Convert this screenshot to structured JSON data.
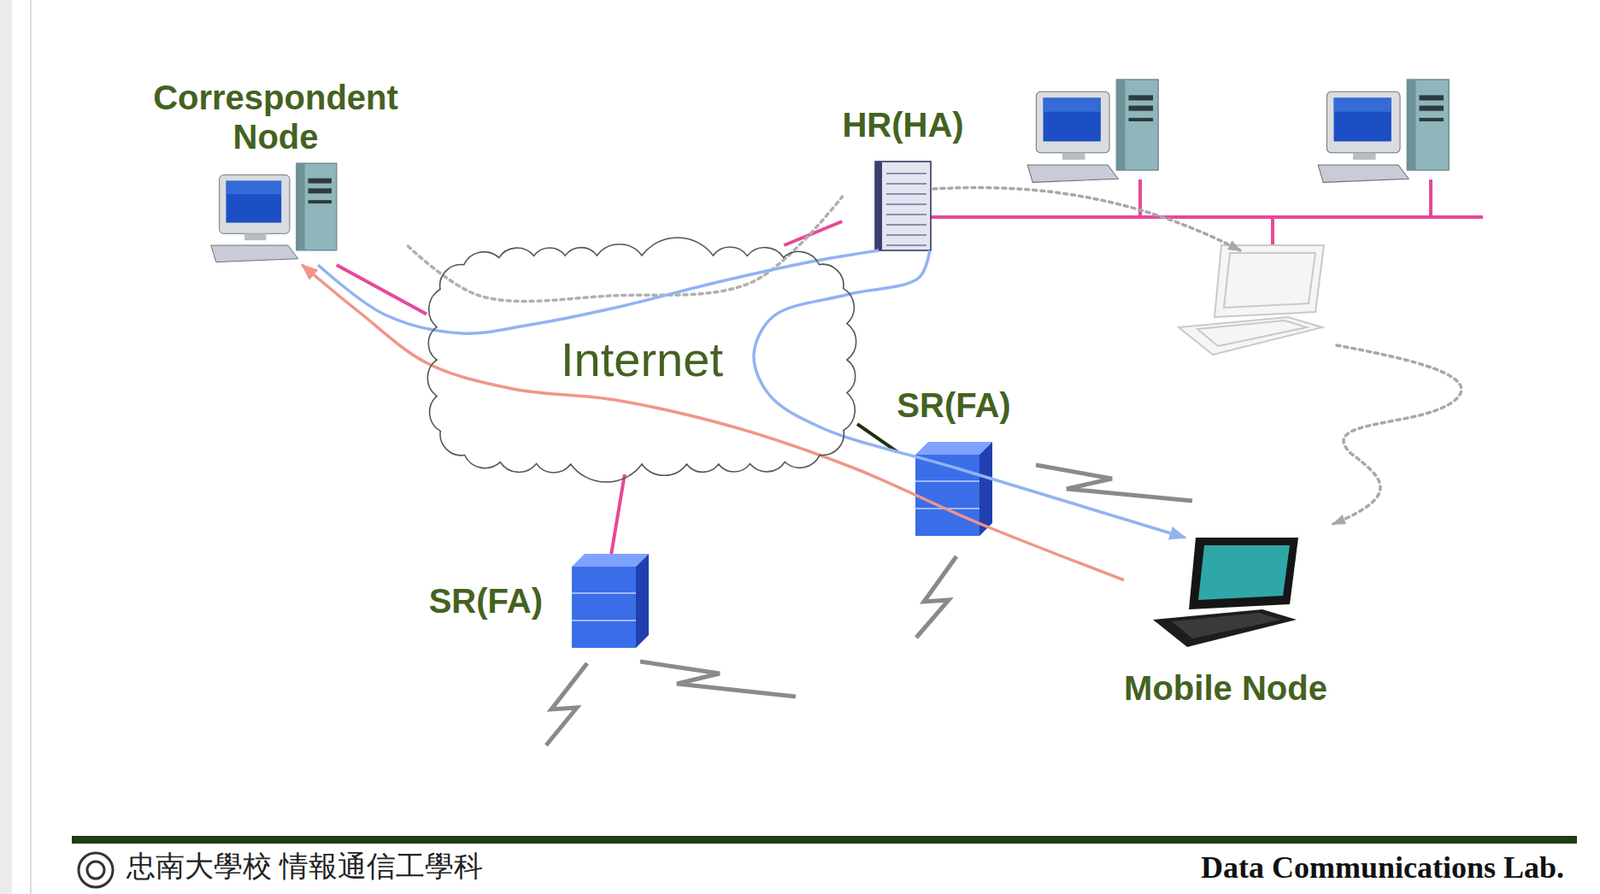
{
  "diagram": {
    "nodes": [
      {
        "text": [
          "Correspondent Node"
        ]
      },
      {
        "text": [
          "HR(HA)"
        ]
      },
      {
        "text": [
          "Internet"
        ]
      },
      {
        "text": [
          "SR(FA)"
        ]
      },
      {
        "text": [
          "SR(FA)"
        ]
      },
      {
        "text": [
          "Mobile Node"
        ]
      }
    ],
    "edges": [
      {
        "from": 0,
        "to": 2,
        "arrow": "none"
      },
      {
        "from": 1,
        "to": 2,
        "arrow": "none"
      },
      {
        "from": 2,
        "to": 4,
        "arrow": "none"
      },
      {
        "from": 2,
        "to": 3,
        "arrow": "none"
      },
      {
        "from": 0,
        "to": 1,
        "arrow": "none"
      },
      {
        "from": 0,
        "to": 1,
        "arrow": "none"
      },
      {
        "from": 1,
        "to": 5,
        "arrow": "to"
      },
      {
        "from": 5,
        "to": 0,
        "arrow": "to"
      }
    ],
    "labels": [
      "忠南大學校 情報通信工學科",
      "Data Communications Lab."
    ]
  }
}
